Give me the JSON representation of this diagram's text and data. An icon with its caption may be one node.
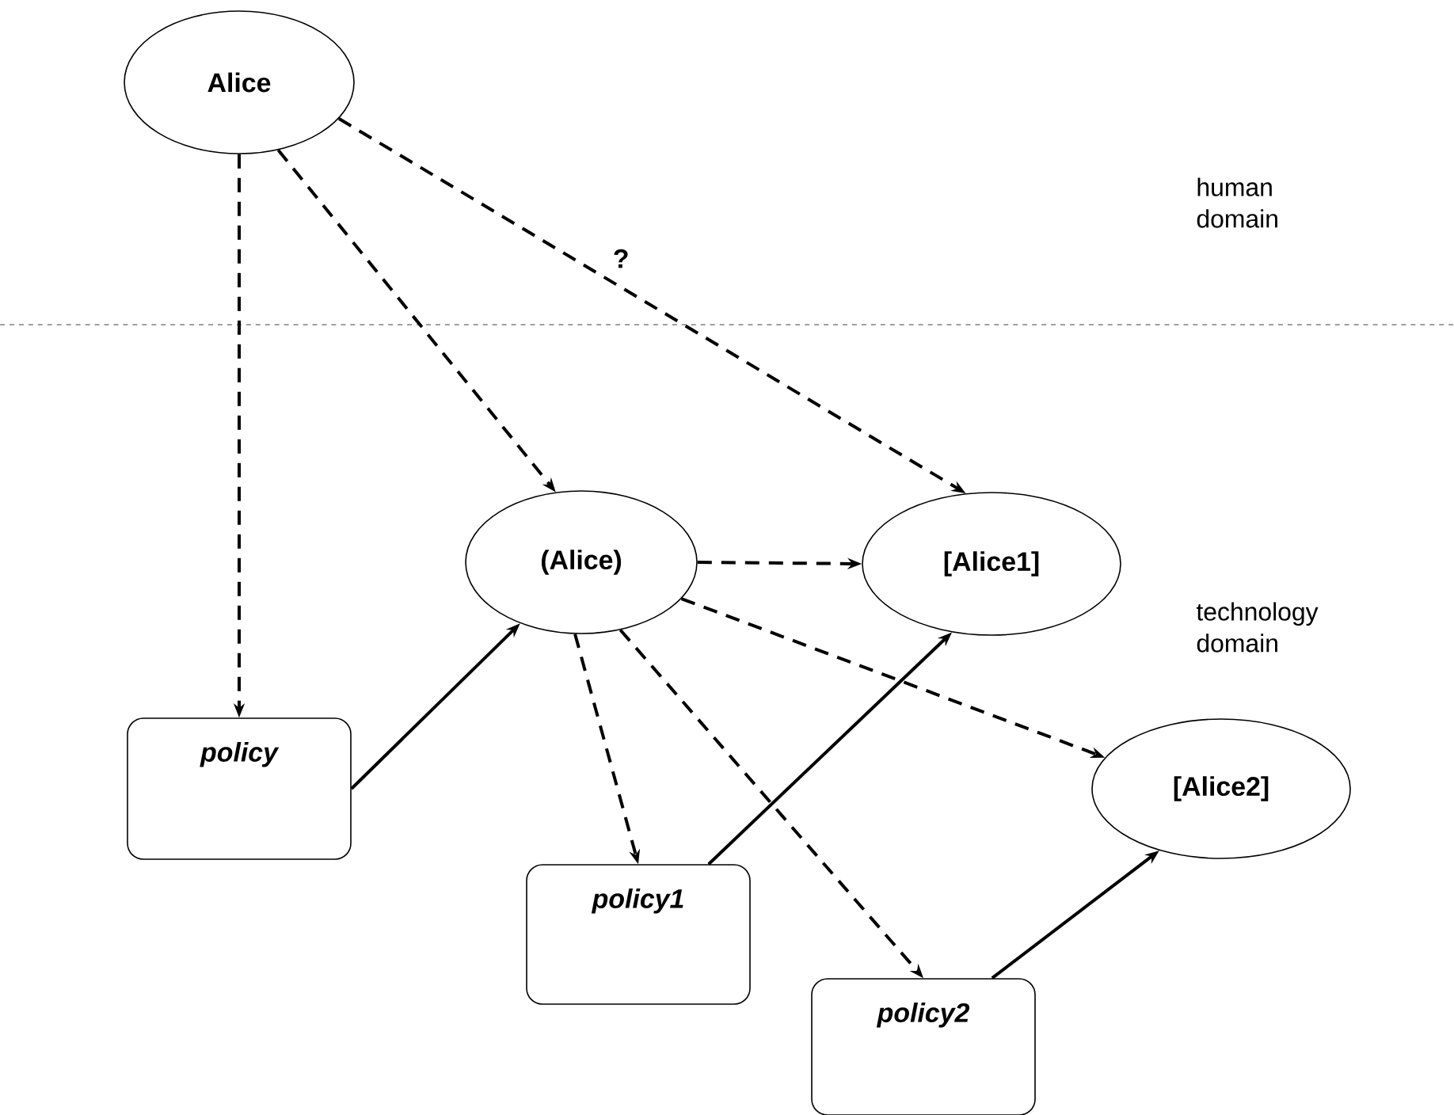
{
  "diagram": {
    "nodes": [
      {
        "text": [
          "Alice"
        ]
      },
      {
        "text": [
          "(Alice)"
        ]
      },
      {
        "text": [
          "[Alice1]"
        ]
      },
      {
        "text": [
          "[Alice2]"
        ]
      },
      {
        "text": [
          "policy"
        ]
      },
      {
        "text": [
          "policy1"
        ]
      },
      {
        "text": [
          "policy2"
        ]
      }
    ],
    "edges": [
      {
        "from": 0,
        "to": 4,
        "arrow": "to",
        "style": "dashed"
      },
      {
        "from": 0,
        "to": 1,
        "arrow": "to",
        "style": "dashed"
      },
      {
        "from": 0,
        "to": 2,
        "arrow": "to",
        "style": "dashed",
        "label": "?"
      },
      {
        "from": 4,
        "to": 1,
        "arrow": "to"
      },
      {
        "from": 1,
        "to": 2,
        "arrow": "to",
        "style": "dashed"
      },
      {
        "from": 1,
        "to": 3,
        "arrow": "to",
        "style": "dashed"
      },
      {
        "from": 1,
        "to": 5,
        "arrow": "to",
        "style": "dashed"
      },
      {
        "from": 1,
        "to": 6,
        "arrow": "to",
        "style": "dashed"
      },
      {
        "from": 5,
        "to": 2,
        "arrow": "to"
      },
      {
        "from": 6,
        "to": 3,
        "arrow": "to"
      }
    ],
    "labels": [
      "human domain",
      "technology domain"
    ]
  }
}
